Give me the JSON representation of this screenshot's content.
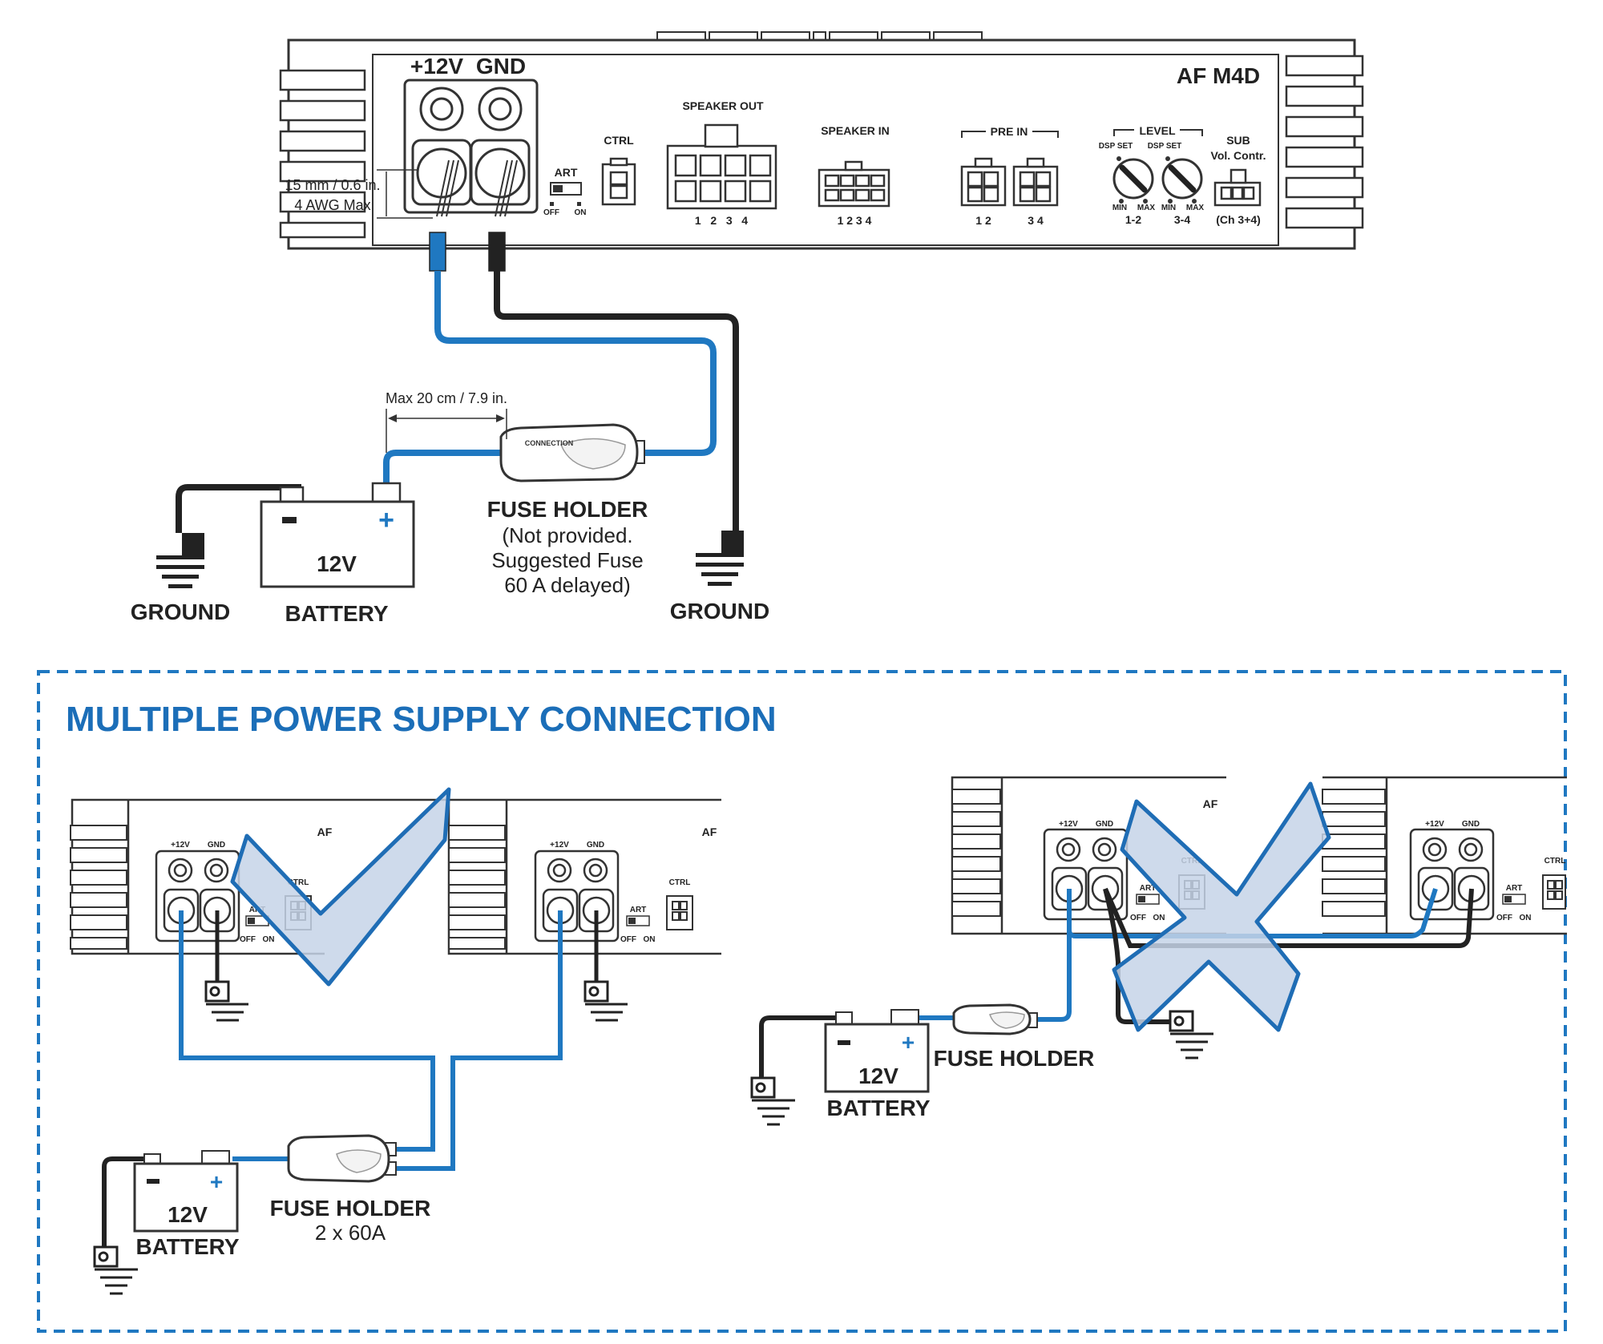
{
  "colors": {
    "wire_power": "#1f78c1",
    "wire_ground": "#222222",
    "title": "#1b6eb8",
    "overlay_fill": "#c5d3e8",
    "overlay_stroke": "#1f6db5",
    "frame_dash": "#1f78c1"
  },
  "amplifier": {
    "model": "AF M4D",
    "pos_terminal": "+12V",
    "gnd_terminal": "GND",
    "art_label": "ART",
    "off_label": "OFF",
    "on_label": "ON",
    "ctrl_label": "CTRL",
    "speaker_out_label": "SPEAKER OUT",
    "speaker_out_numbers": "1   2   3   4",
    "speaker_in_label": "SPEAKER IN",
    "speaker_in_numbers": "1 2 3 4",
    "pre_in_label": "PRE IN",
    "pre_in_numbers_a": "1  2",
    "pre_in_numbers_b": "3  4",
    "level_label": "LEVEL",
    "dsp_set": "DSP SET",
    "min_label": "MIN",
    "max_label": "MAX",
    "level_ch_a": "1-2",
    "level_ch_b": "3-4",
    "sub_label": "SUB",
    "vol_contr_label": "Vol. Contr.",
    "sub_ch_label": "(Ch 3+4)",
    "cable_note_line1": "15 mm / 0.6 in.",
    "cable_note_line2": "4 AWG Max"
  },
  "main_wiring": {
    "max_distance": "Max 20 cm / 7.9 in.",
    "fuse_brand": "CONNECTION",
    "fuse_holder_label": "FUSE HOLDER",
    "fuse_note_line1": "(Not provided.",
    "fuse_note_line2": "Suggested Fuse",
    "fuse_note_line3": "60 A delayed)",
    "battery_voltage": "12V",
    "battery_label": "BATTERY",
    "battery_minus": "−",
    "battery_plus": "+",
    "ground_left": "GROUND",
    "ground_right": "GROUND"
  },
  "multiple": {
    "title": "MULTIPLE POWER SUPPLY CONNECTION",
    "amp_label": "AF",
    "pos_terminal": "+12V",
    "gnd_terminal": "GND",
    "ctrl_label": "CTRL",
    "art_label": "ART",
    "off_label": "OFF",
    "on_label": "ON",
    "correct": {
      "battery_voltage": "12V",
      "battery_label": "BATTERY",
      "fuse_holder_label": "FUSE HOLDER",
      "fuse_rating": "2 x 60A",
      "verdict_icon": "checkmark-icon"
    },
    "wrong": {
      "battery_voltage": "12V",
      "battery_label": "BATTERY",
      "fuse_holder_label": "FUSE HOLDER",
      "verdict_icon": "cross-icon"
    }
  }
}
